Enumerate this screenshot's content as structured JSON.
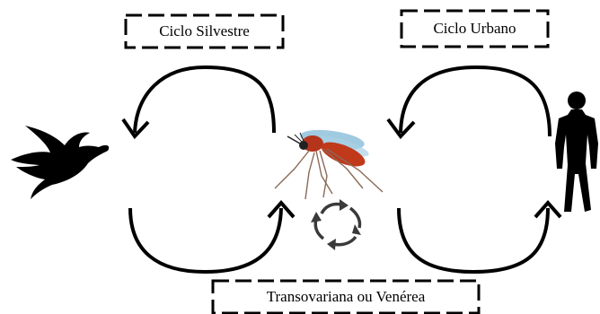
{
  "labels": {
    "silvestre": "Ciclo Silvestre",
    "urbano": "Ciclo Urbano",
    "transovariana": "Transovariana ou Venérea"
  },
  "icons": [
    "bird-icon",
    "mosquito-icon",
    "human-silhouette-icon",
    "recycle-arrows-icon"
  ],
  "colors": {
    "stroke": "#000000",
    "mosquito_body": "#c0391b",
    "mosquito_wing": "#7fb8d6",
    "recycle": "#3a3a3a"
  }
}
